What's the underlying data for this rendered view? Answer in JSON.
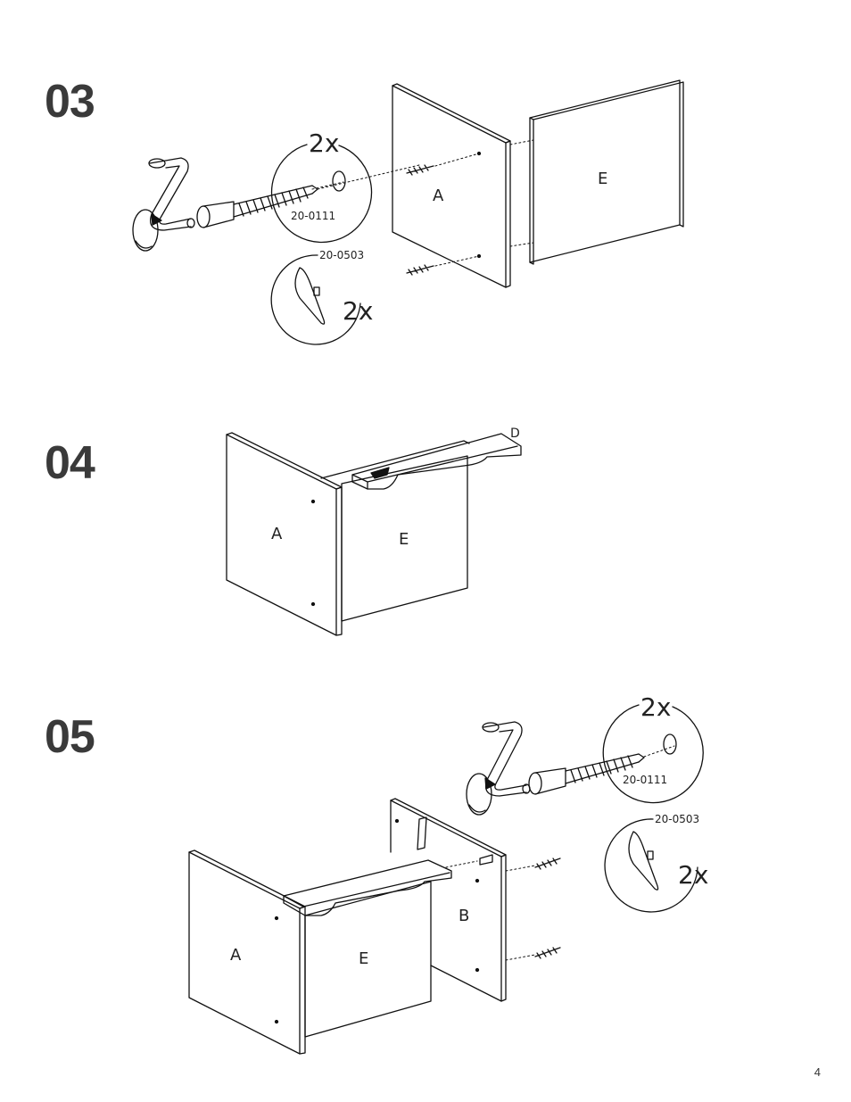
{
  "steps": [
    {
      "number": "03",
      "callouts": {
        "bolt_code": "20-0111",
        "bolt_qty": "2x",
        "cap_code": "20-0503",
        "cap_qty": "2x"
      },
      "panels": [
        "A",
        "E"
      ]
    },
    {
      "number": "04",
      "panels": [
        "A",
        "E",
        "D"
      ]
    },
    {
      "number": "05",
      "callouts": {
        "bolt_code": "20-0111",
        "bolt_qty": "2x",
        "cap_code": "20-0503",
        "cap_qty": "2x"
      },
      "panels": [
        "A",
        "E",
        "B"
      ]
    }
  ],
  "page_number": "4"
}
